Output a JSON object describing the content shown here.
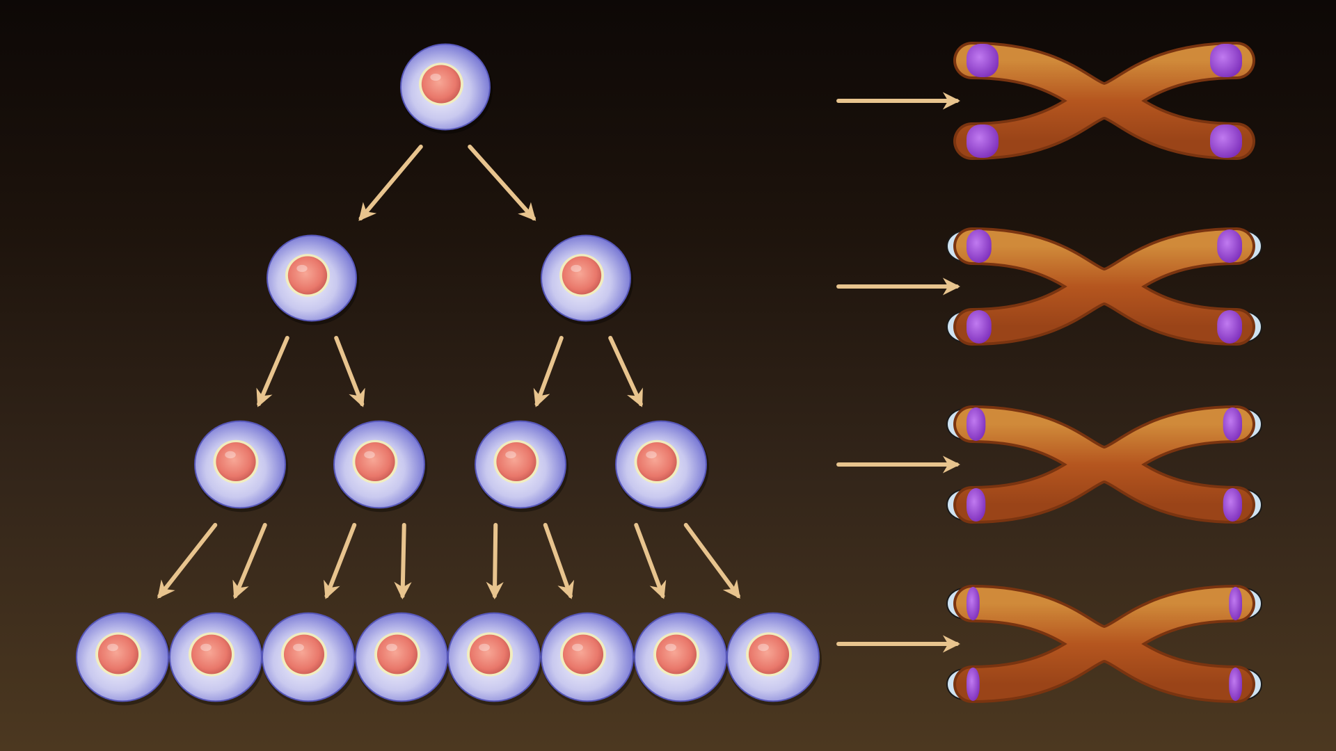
{
  "colors": {
    "background_top": "#0d0806",
    "background_bottom": "#4c3820",
    "arrow": "#e8c48e",
    "cell_membrane": "#8f8fe3",
    "cell_nucleus": "#f08a78",
    "chromosome_body": "#b85a22",
    "telomere": "#9b3fd6",
    "telomere_loss_cap": "#cfe3f2"
  },
  "lineage_tree": {
    "levels": [
      {
        "generation": 1,
        "cell_count": 1
      },
      {
        "generation": 2,
        "cell_count": 2
      },
      {
        "generation": 3,
        "cell_count": 4
      },
      {
        "generation": 4,
        "cell_count": 8
      }
    ]
  },
  "chromosomes": [
    {
      "generation": 1,
      "telomere_length": 1.0
    },
    {
      "generation": 2,
      "telomere_length": 0.7
    },
    {
      "generation": 3,
      "telomere_length": 0.45
    },
    {
      "generation": 4,
      "telomere_length": 0.2
    }
  ],
  "icons": {
    "cell": "cell-icon",
    "chromosome": "chromosome-icon",
    "arrow": "arrow-icon"
  }
}
